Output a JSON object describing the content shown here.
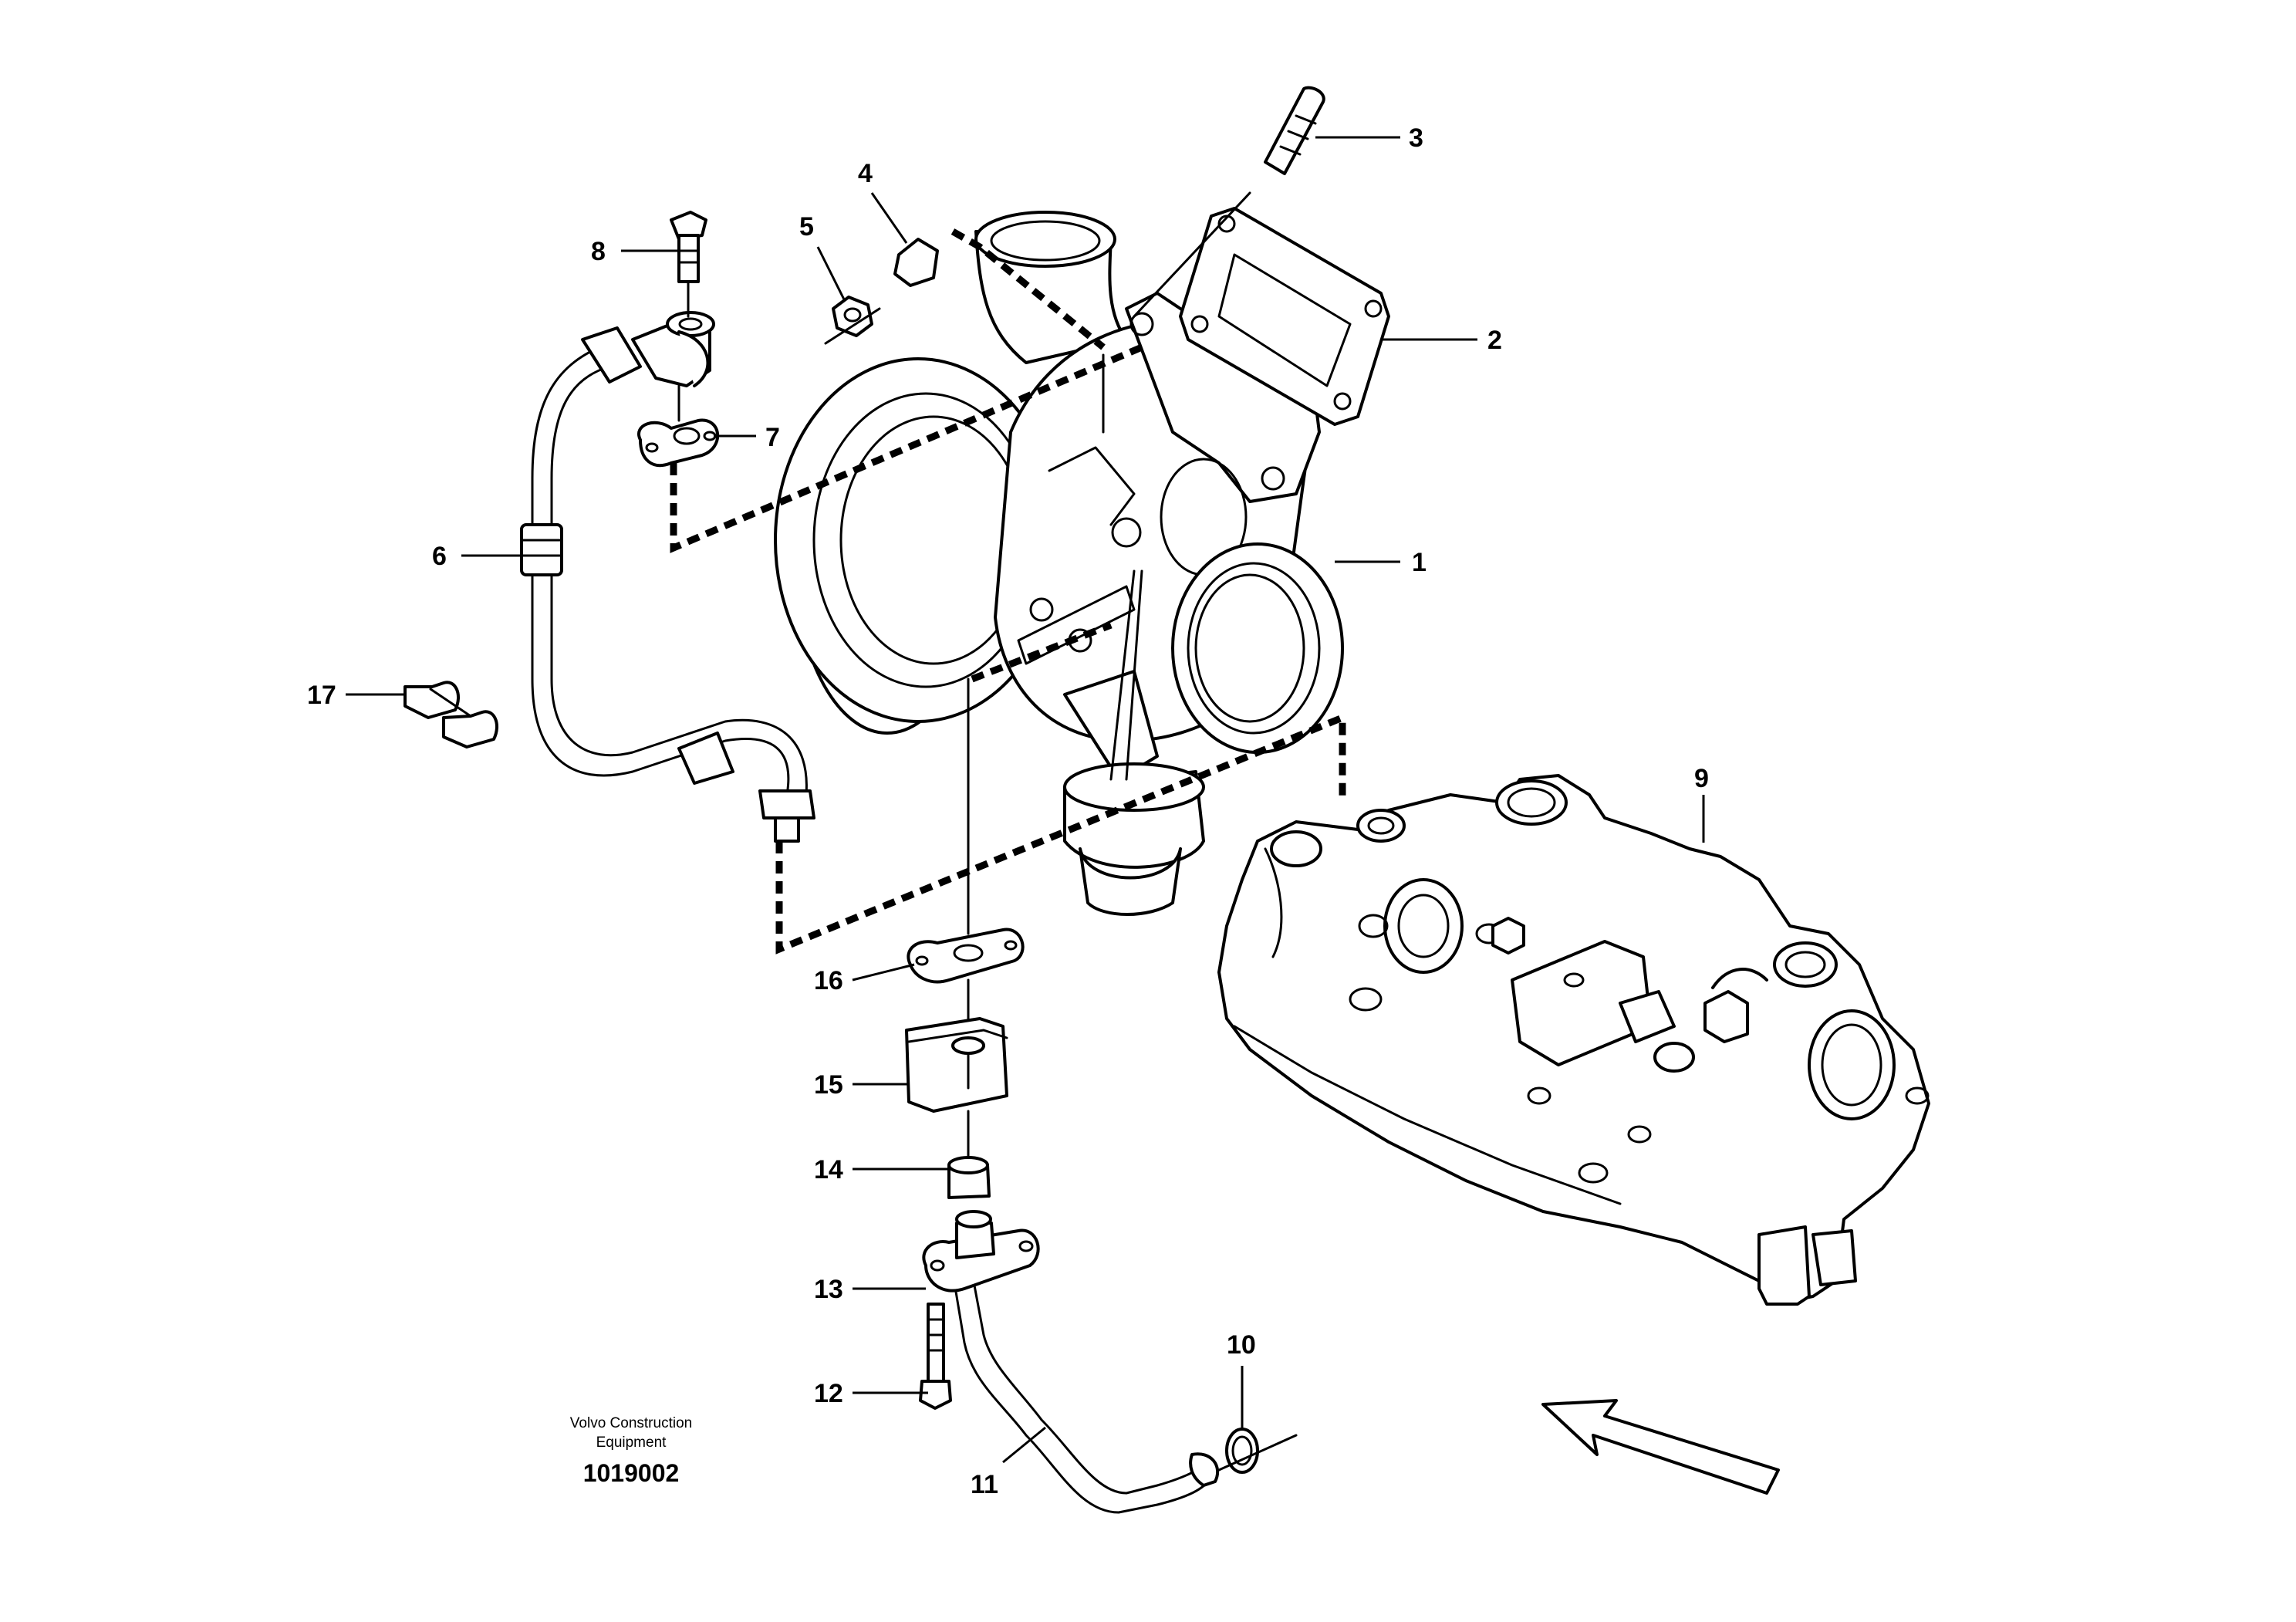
{
  "callouts": [
    {
      "id": "1",
      "text": "1"
    },
    {
      "id": "2",
      "text": "2"
    },
    {
      "id": "3",
      "text": "3"
    },
    {
      "id": "4",
      "text": "4"
    },
    {
      "id": "5",
      "text": "5"
    },
    {
      "id": "6",
      "text": "6"
    },
    {
      "id": "7",
      "text": "7"
    },
    {
      "id": "8",
      "text": "8"
    },
    {
      "id": "9",
      "text": "9"
    },
    {
      "id": "10",
      "text": "10"
    },
    {
      "id": "11",
      "text": "11"
    },
    {
      "id": "12",
      "text": "12"
    },
    {
      "id": "13",
      "text": "13"
    },
    {
      "id": "14",
      "text": "14"
    },
    {
      "id": "15",
      "text": "15"
    },
    {
      "id": "16",
      "text": "16"
    },
    {
      "id": "17",
      "text": "17"
    }
  ],
  "credit": {
    "line1": "Volvo Construction",
    "line2": "Equipment"
  },
  "reference_number": "1019002",
  "colors": {
    "line": "#000000",
    "background": "#ffffff"
  }
}
